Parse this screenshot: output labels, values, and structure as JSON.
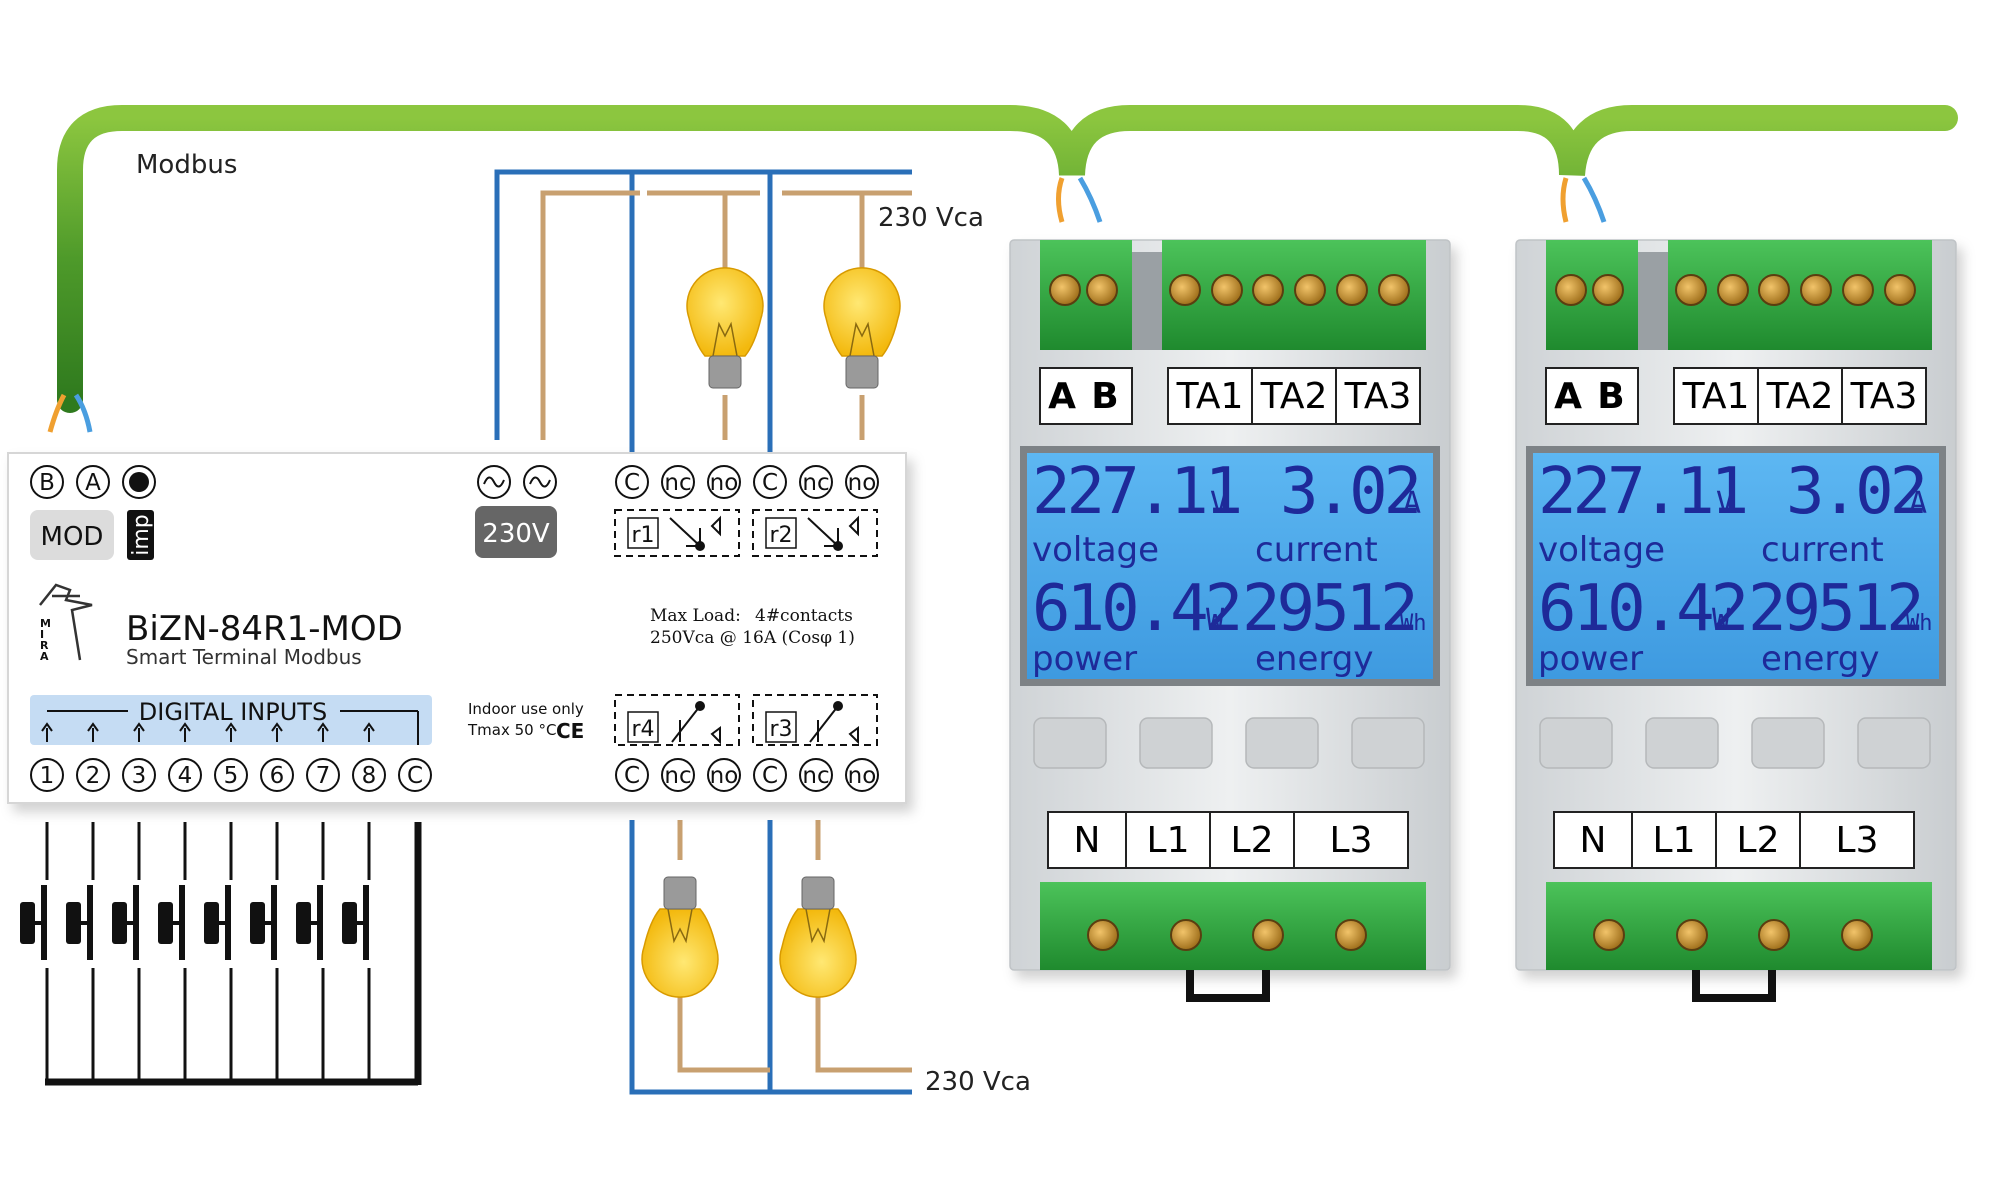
{
  "labels": {
    "modbus": "Modbus",
    "vca_top": "230 Vca",
    "vca_bottom": "230 Vca"
  },
  "controller": {
    "terminals_top_left": [
      "B",
      "A"
    ],
    "mod": "MOD",
    "imp": "imp",
    "v230": "230V",
    "relay_top_terms": [
      "C",
      "nc",
      "no",
      "C",
      "nc",
      "no"
    ],
    "relay_bottom_terms": [
      "C",
      "nc",
      "no",
      "C",
      "nc",
      "no"
    ],
    "relays": [
      "r1",
      "r2",
      "r4",
      "r3"
    ],
    "model": "BiZN-84R1-MOD",
    "subtitle": "Smart Terminal Modbus",
    "logo_letters": [
      "M",
      "I",
      "R",
      "A"
    ],
    "maxload_line1": "Max Load:",
    "maxload_contacts": "4#contacts",
    "maxload_line2": "250Vca @ 16A (Cosφ 1)",
    "indoor": "Indoor use only",
    "tmax": "Tmax 50 °C",
    "ce": "CE",
    "digital_inputs": "DIGITAL INPUTS",
    "input_terms": [
      "1",
      "2",
      "3",
      "4",
      "5",
      "6",
      "7",
      "8",
      "C"
    ]
  },
  "meters": [
    {
      "ab": [
        "A",
        "B"
      ],
      "ta": [
        "TA1",
        "TA2",
        "TA3"
      ],
      "voltage_value": "227.11",
      "voltage_unit": "V",
      "voltage_label": "voltage",
      "current_value": "3.02",
      "current_unit": "A",
      "current_label": "current",
      "power_value": "610.42",
      "power_unit": "W",
      "power_label": "power",
      "energy_value": "29512",
      "energy_unit": "Wh",
      "energy_label": "energy",
      "phases": [
        "N",
        "L1",
        "L2",
        "L3"
      ]
    },
    {
      "ab": [
        "A",
        "B"
      ],
      "ta": [
        "TA1",
        "TA2",
        "TA3"
      ],
      "voltage_value": "227.11",
      "voltage_unit": "V",
      "voltage_label": "voltage",
      "current_value": "3.02",
      "current_unit": "A",
      "current_label": "current",
      "power_value": "610.42",
      "power_unit": "W",
      "power_label": "power",
      "energy_value": "29512",
      "energy_unit": "Wh",
      "energy_label": "energy",
      "phases": [
        "N",
        "L1",
        "L2",
        "L3"
      ]
    }
  ],
  "colors": {
    "cable_green": "#6aaa30",
    "wire_blue": "#2a6fb8",
    "wire_tan": "#c8a070",
    "lcd_blue": "#4aa8e8",
    "lcd_text": "#1e2a99",
    "terminal_green": "#2e9a3a",
    "bulb_yellow": "#f7c51a"
  }
}
